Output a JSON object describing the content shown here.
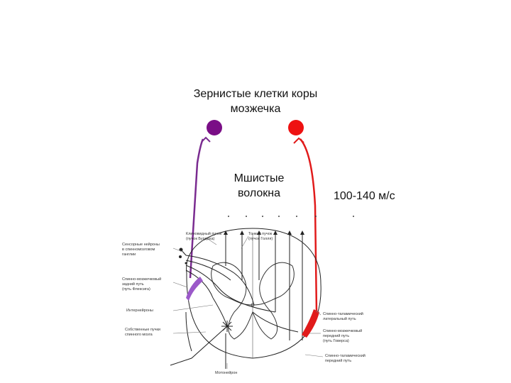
{
  "title": {
    "line1": "Зернистые клетки коры",
    "line2": "мозжечка"
  },
  "fibers_label": {
    "line1": "Мшистые",
    "line2": "волокна"
  },
  "speed_label": "100-140 м/с",
  "colors": {
    "purple_cell": "#7a0e86",
    "red_cell": "#ee1111",
    "purple_path": "#7a2b90",
    "red_path": "#e11b1b",
    "purple_tract": "#9b59c9"
  },
  "diagram_labels": {
    "sensory_neurons": [
      "Сенсорные нейроны",
      "в спинномозговом",
      "ганглии"
    ],
    "posterior_spinocerebellar": [
      "Спинно-мозжечковый",
      "задний путь",
      "(путь Флексига)"
    ],
    "interneurons": "Интернейроны",
    "proper_bundles": [
      "Собственные пучки",
      "спинного мозга"
    ],
    "wedge_bundle": [
      "Клиновидный пучок",
      "(пучок Бурдаха)"
    ],
    "thin_bundle": [
      "Тонкий пучок",
      "(пучок Голля)"
    ],
    "lateral_spinothalamic": [
      "Спинно-таламический",
      "латеральный путь"
    ],
    "anterior_spinocerebellar": [
      "Спинно-мозжечковый",
      "передний путь",
      "(путь Говерса)"
    ],
    "anterior_spinothalamic": [
      "Спинно-таламический",
      "передний путь"
    ],
    "motoneuron": "Мотонейрон"
  }
}
